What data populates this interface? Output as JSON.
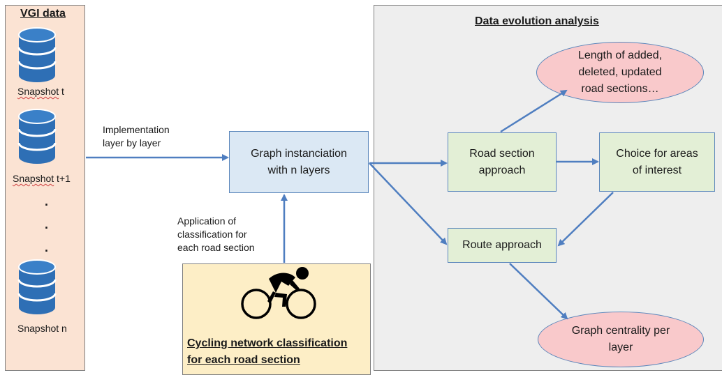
{
  "vgi": {
    "title": "VGI data",
    "snapshots": [
      {
        "prefix": "Snapshot",
        "suffix": " t"
      },
      {
        "prefix": "Snapshot",
        "suffix": " t+1"
      },
      {
        "prefix": "Snapshot",
        "suffix": " n"
      }
    ],
    "dots": ".",
    "icon": "database-icon"
  },
  "edges": {
    "implementation": [
      "Implementation",
      "layer by layer"
    ],
    "application": [
      "Application of",
      "classification for",
      "each road section"
    ]
  },
  "graph": {
    "lines": [
      "Graph instanciation",
      "with n layers"
    ]
  },
  "cycling": {
    "title_lines": [
      "Cycling network classification",
      "for each road section"
    ],
    "icon": "cyclist-icon"
  },
  "analysis": {
    "title": "Data evolution analysis",
    "road_section": [
      "Road section",
      "approach"
    ],
    "choice": [
      "Choice for areas",
      "of interest"
    ],
    "route": "Route approach",
    "length": [
      "Length of added,",
      "deleted, updated",
      "road sections…"
    ],
    "centrality": [
      "Graph centrality per",
      "layer"
    ]
  },
  "colors": {
    "arrow": "#4f7ec0",
    "vgi_panel": "#fbe3d3",
    "analysis_panel": "#eeeeee",
    "cycle_panel": "#fdeec6",
    "blue_box": "#dbe8f4",
    "green_box": "#e3efd6",
    "pink_ellipse": "#f9c9cb",
    "database": "#2e6fb5"
  }
}
